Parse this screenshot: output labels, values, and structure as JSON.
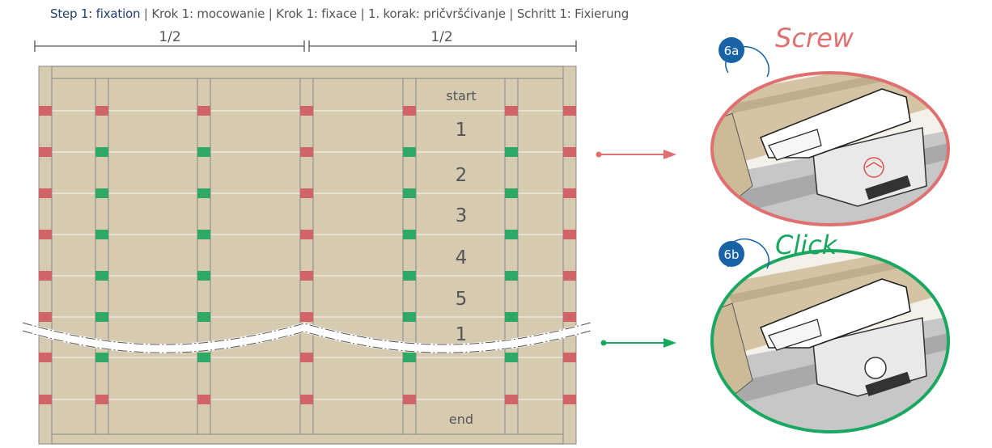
{
  "header": {
    "step_label": "Step 1: fixation",
    "separator": " | ",
    "translations": "Krok 1: mocowanie | Krok 1: fixace | 1. korak: pričvršćivanje | Schritt 1: Fixierung"
  },
  "dimensions": {
    "left_half": "1/2",
    "right_half": "1/2"
  },
  "rows": {
    "start": "start",
    "row1": "1",
    "row2": "2",
    "row3": "3",
    "row4": "4",
    "row5": "5",
    "row1_repeat": "1",
    "end": "end"
  },
  "callouts": {
    "a": {
      "badge": "6a",
      "action": "Screw",
      "color": "#e07070"
    },
    "b": {
      "badge": "6b",
      "action": "Click",
      "color": "#1aa760"
    }
  },
  "colors": {
    "board": "#d6cab1",
    "red_clip": "#d06468",
    "green_clip": "#2ea865",
    "badge": "#1a62a6",
    "header_step": "#1f3d73"
  }
}
